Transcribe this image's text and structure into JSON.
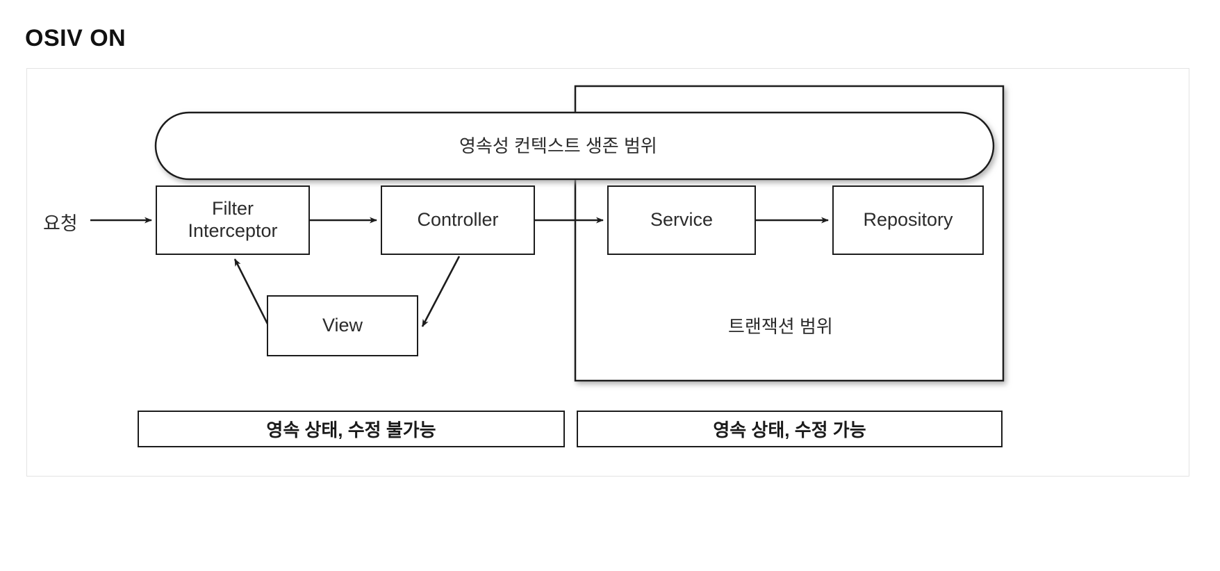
{
  "page": {
    "title": "OSIV ON",
    "background_color": "#ffffff",
    "frame_border_color": "#e3e3e3",
    "stroke_color": "#1c1c1c"
  },
  "diagram": {
    "type": "flow-diagram",
    "request_label": "요청",
    "nodes": [
      {
        "id": "filter-interceptor",
        "label_line1": "Filter",
        "label_line2": "Interceptor"
      },
      {
        "id": "controller",
        "label": "Controller"
      },
      {
        "id": "service",
        "label": "Service"
      },
      {
        "id": "repository",
        "label": "Repository"
      },
      {
        "id": "view",
        "label": "View"
      }
    ],
    "scopes": [
      {
        "id": "persistence-context-scope",
        "label": "영속성 컨텍스트 생존 범위",
        "shape": "stadium"
      },
      {
        "id": "transaction-scope",
        "label": "트랜잭션 범위",
        "shape": "rectangle"
      }
    ],
    "banners": [
      {
        "id": "banner-left",
        "label": "영속 상태, 수정 불가능"
      },
      {
        "id": "banner-right",
        "label": "영속 상태, 수정 가능"
      }
    ],
    "edges": [
      {
        "from": "요청",
        "to": "filter-interceptor"
      },
      {
        "from": "filter-interceptor",
        "to": "controller"
      },
      {
        "from": "controller",
        "to": "service"
      },
      {
        "from": "service",
        "to": "repository"
      },
      {
        "from": "controller",
        "to": "view"
      },
      {
        "from": "view",
        "to": "filter-interceptor"
      }
    ]
  }
}
